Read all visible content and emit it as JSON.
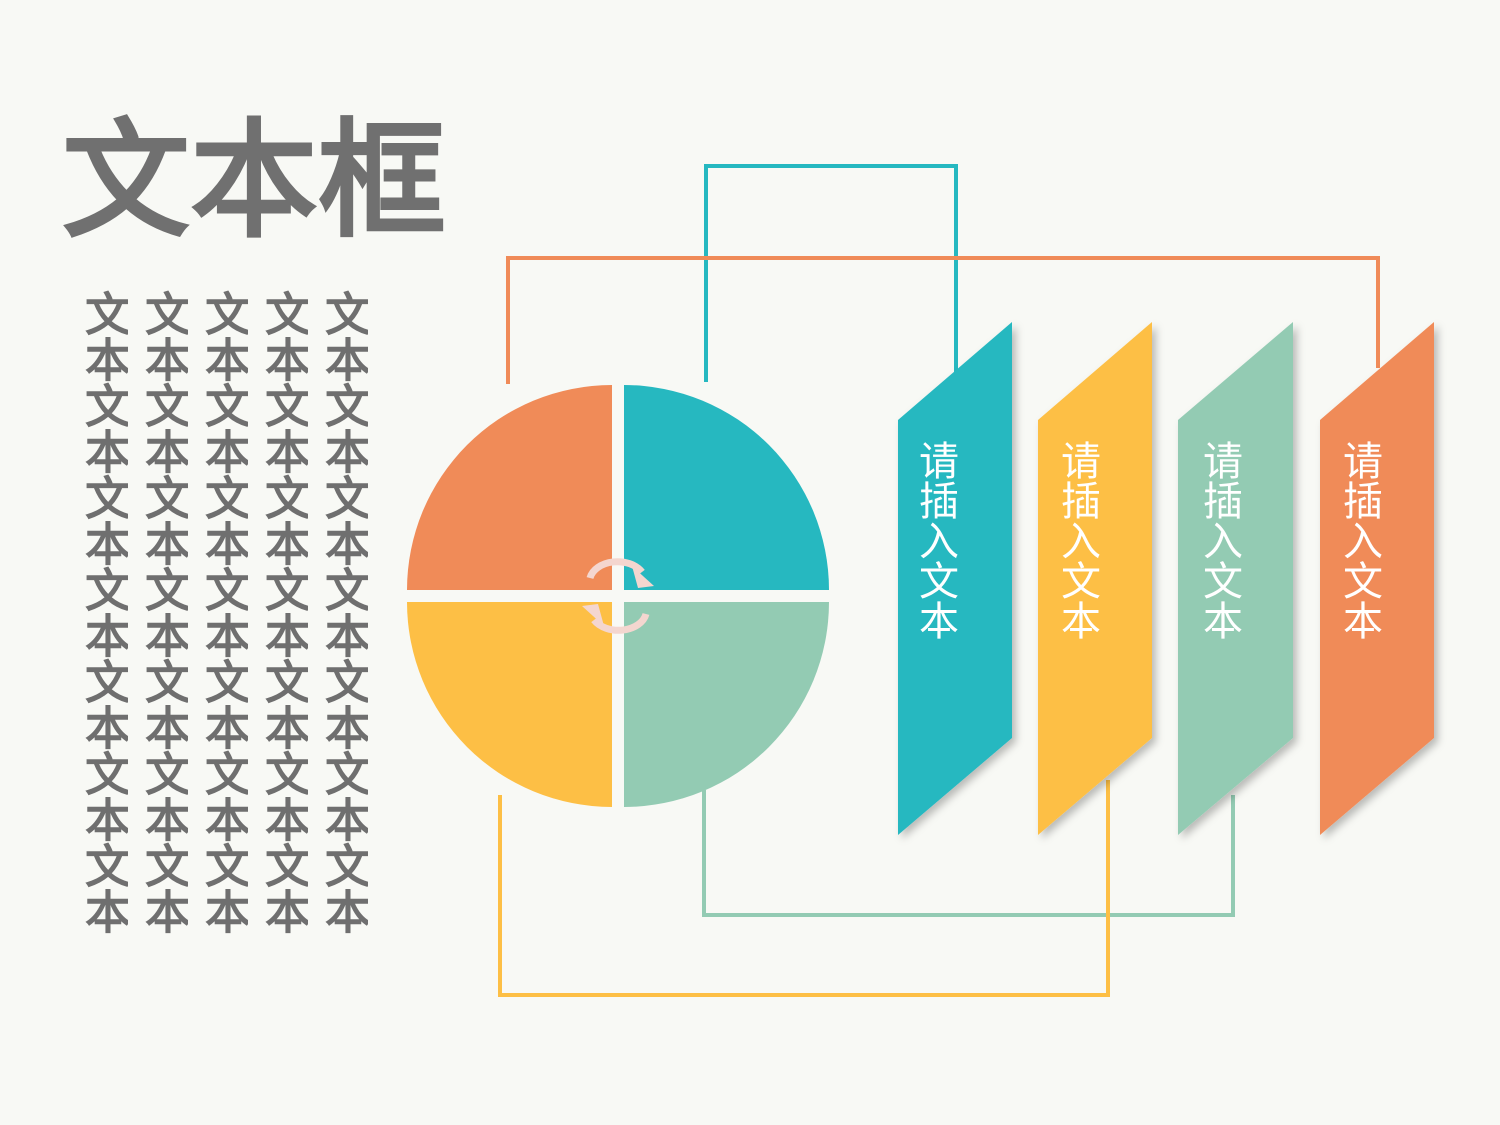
{
  "title": "文本框",
  "text_columns": [
    "文本文本文本文本文本文本文本",
    "文本文本文本文本文本文本文本",
    "文本文本文本文本文本文本文本",
    "文本文本文本文本文本文本文本",
    "文本文本文本文本文本文本文本"
  ],
  "bands": [
    {
      "label": "请插入文本",
      "color": "#26b8c0"
    },
    {
      "label": "请插入文本",
      "color": "#fdbf45"
    },
    {
      "label": "请插入文本",
      "color": "#93cbb3"
    },
    {
      "label": "请插入文本",
      "color": "#f08b58"
    }
  ],
  "quadrant_colors": {
    "top_left": "#f08b58",
    "top_right": "#26b8c0",
    "bottom_left": "#fdbf45",
    "bottom_right": "#93cbb3"
  },
  "center_icon": "refresh-cycle-icon"
}
